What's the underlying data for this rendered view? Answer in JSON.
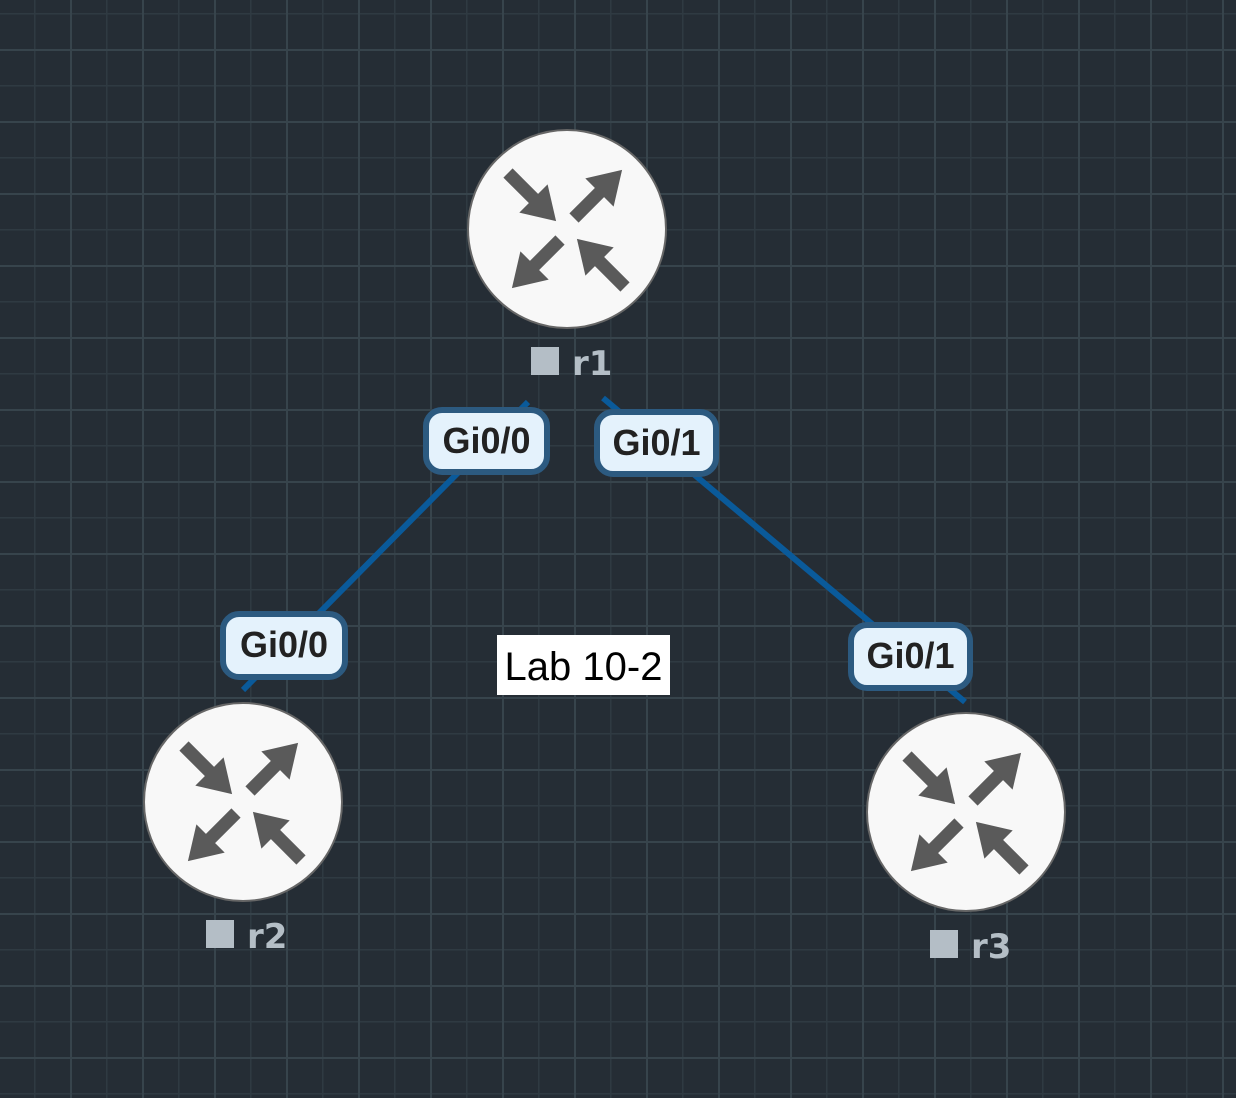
{
  "canvas": {
    "background": "#252d35",
    "grid_minor": "#2f3a42",
    "grid_major": "#37444c",
    "link_color": "#0a5a9a"
  },
  "annotation": {
    "text": "Lab 10-2"
  },
  "nodes": [
    {
      "name": "r1",
      "icon": "router-icon",
      "status": "stopped"
    },
    {
      "name": "r2",
      "icon": "router-icon",
      "status": "stopped"
    },
    {
      "name": "r3",
      "icon": "router-icon",
      "status": "stopped"
    }
  ],
  "links": [
    {
      "from": "r1",
      "to": "r2",
      "from_iface": "Gi0/0",
      "to_iface": "Gi0/0"
    },
    {
      "from": "r1",
      "to": "r3",
      "from_iface": "Gi0/1",
      "to_iface": "Gi0/1"
    }
  ]
}
